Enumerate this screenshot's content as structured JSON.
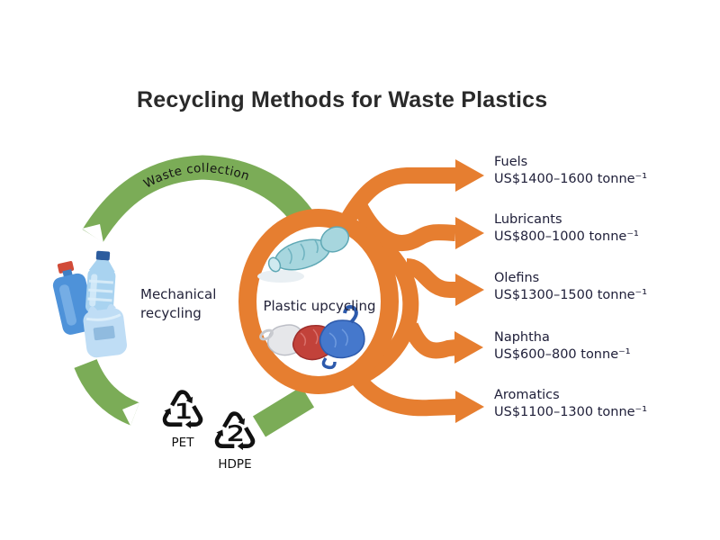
{
  "title": "Recycling Methods for Waste Plastics",
  "cycle": {
    "waste_collection_label": "Waste collection",
    "mechanical_recycling_label": "Mechanical recycling",
    "plastic_upcycling_label": "Plastic upcycling",
    "resin_codes": [
      {
        "code": "1",
        "glyph": "♳",
        "label": "PET"
      },
      {
        "code": "2",
        "glyph": "♴",
        "label": "HDPE"
      }
    ]
  },
  "products": [
    {
      "name": "Fuels",
      "price": "US$1400–1600 tonne⁻¹"
    },
    {
      "name": "Lubricants",
      "price": "US$800–1000 tonne⁻¹"
    },
    {
      "name": "Olefins",
      "price": "US$1300–1500 tonne⁻¹"
    },
    {
      "name": "Naphtha",
      "price": "US$600–800 tonne⁻¹"
    },
    {
      "name": "Aromatics",
      "price": "US$1100–1300 tonne⁻¹"
    }
  ],
  "colors": {
    "orange": "#E67E30",
    "green": "#7BAC57",
    "text_dark": "#23233A",
    "title_color": "#2A2A2A"
  }
}
